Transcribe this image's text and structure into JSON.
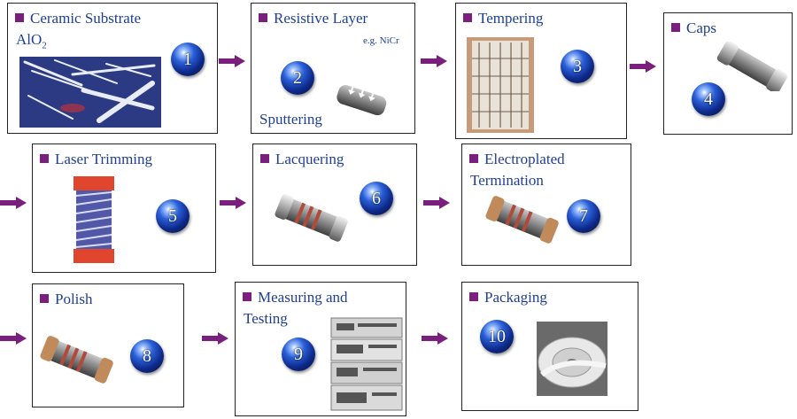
{
  "steps": [
    {
      "title": "Ceramic Substrate",
      "title2": "AlO",
      "sub": "2",
      "number": "1"
    },
    {
      "title": "Resistive Layer",
      "note": "e.g. NiCr",
      "label": "Sputtering",
      "number": "2"
    },
    {
      "title": "Tempering",
      "number": "3"
    },
    {
      "title": "Caps",
      "number": "4"
    },
    {
      "title": "Laser Trimming",
      "number": "5"
    },
    {
      "title": "Lacquering",
      "number": "6"
    },
    {
      "title": "Electroplated",
      "title2": "Termination",
      "number": "7"
    },
    {
      "title": "Polish",
      "number": "8"
    },
    {
      "title": "Measuring and",
      "title2": "Testing",
      "number": "9"
    },
    {
      "title": "Packaging",
      "number": "10"
    }
  ],
  "colors": {
    "title": "#1f3f94",
    "bullet": "#7b1f7e",
    "arrow": "#7b1f7e",
    "ball": "#0e2a8a"
  }
}
